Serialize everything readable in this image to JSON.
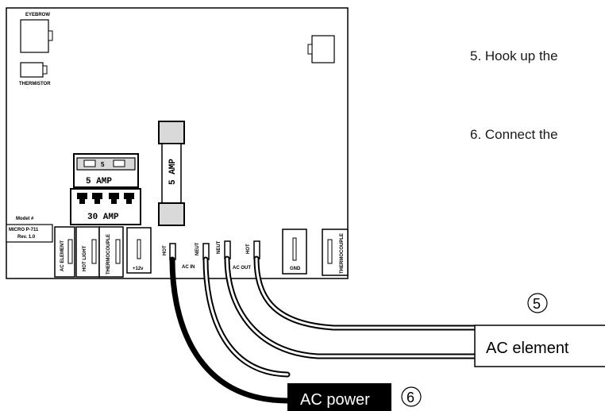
{
  "board": {
    "eyebrow": "EYEBROW",
    "thermistor": "THERMISTOR",
    "model_label": "Model #",
    "model_number": "MICRO P-711",
    "revision": "Rev. 1.0",
    "fuse_small_value": "5",
    "fuse_small_rating": "5 AMP",
    "fuse_large_rating": "30 AMP",
    "fuse_vertical_rating": "5 AMP",
    "connectors": {
      "ac_element": "AC ELEMENT",
      "hot_light": "HOT LIGHT",
      "thermocouple_1": "THERMOCOUPLE",
      "plus12v": "+12v",
      "hot_in": "HOT",
      "ac_in": "AC IN",
      "neut_in": "NEUT",
      "neut_out": "NEUT",
      "hot_out": "HOT",
      "ac_out": "AC OUT",
      "gnd": "GND",
      "thermocouple_2": "THERMOCOUPLE"
    }
  },
  "instructions": {
    "step5": "5. Hook up the",
    "step6": "6. Connect the"
  },
  "callouts": {
    "num5": "5",
    "num6": "6",
    "ac_element": "AC element",
    "ac_power": "AC power"
  },
  "colors": {
    "line": "#000000",
    "background": "#ffffff",
    "fuse_fill": "#d9d9d9",
    "label_fill": "#000000",
    "label_text": "#ffffff"
  }
}
